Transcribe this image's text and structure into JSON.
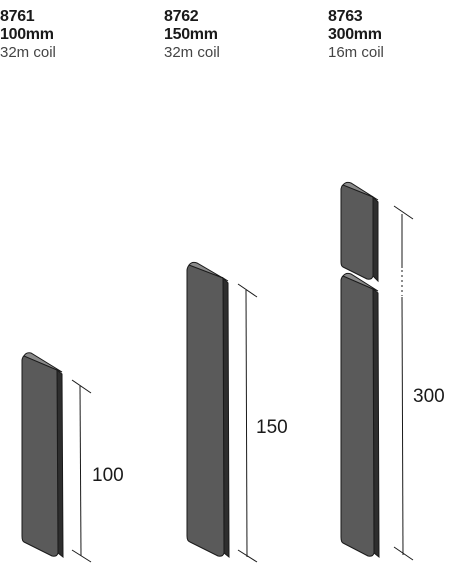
{
  "products": [
    {
      "code": "8761",
      "size": "100mm",
      "coil": "32m coil"
    },
    {
      "code": "8762",
      "size": "150mm",
      "coil": "32m coil"
    },
    {
      "code": "8763",
      "size": "300mm",
      "coil": "16m coil"
    }
  ],
  "dimensions": [
    "100",
    "150",
    "300"
  ],
  "colors": {
    "strip_face": "#5a5a5a",
    "strip_edge": "#2e2e2e",
    "text": "#1a1a1a"
  }
}
